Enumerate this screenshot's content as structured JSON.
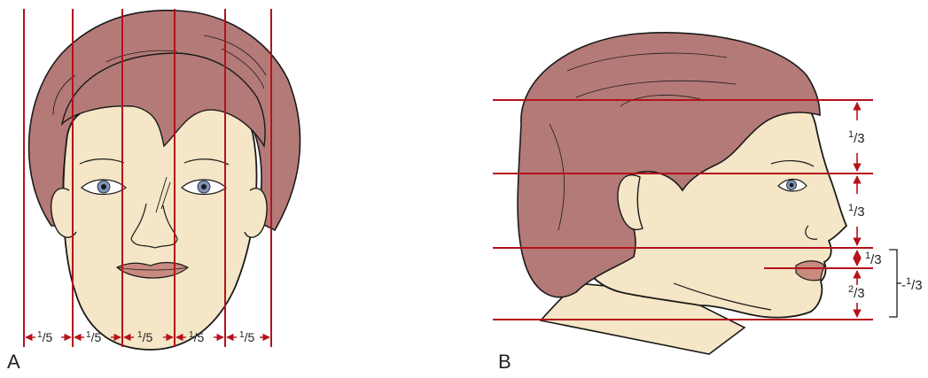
{
  "panels": {
    "a": {
      "label": "A",
      "segment_labels": [
        "1/5",
        "1/5",
        "1/5",
        "1/5",
        "1/5"
      ],
      "segment_num": "1",
      "segment_den": "5"
    },
    "b": {
      "label": "B",
      "upper_third": {
        "num": "1",
        "den": "3"
      },
      "middle_third": {
        "num": "1",
        "den": "3"
      },
      "lower_lip_third": {
        "num": "1",
        "den": "3"
      },
      "lower_chin_part": {
        "num": "2",
        "den": "3"
      },
      "lower_bracket": {
        "num": "1",
        "den": "3"
      }
    }
  },
  "colors": {
    "guide_line": "#b5121b",
    "hair": "#b47a78",
    "skin": "#f4e6c6",
    "outline": "#1a1a1a",
    "iris": "#7f92b8"
  }
}
